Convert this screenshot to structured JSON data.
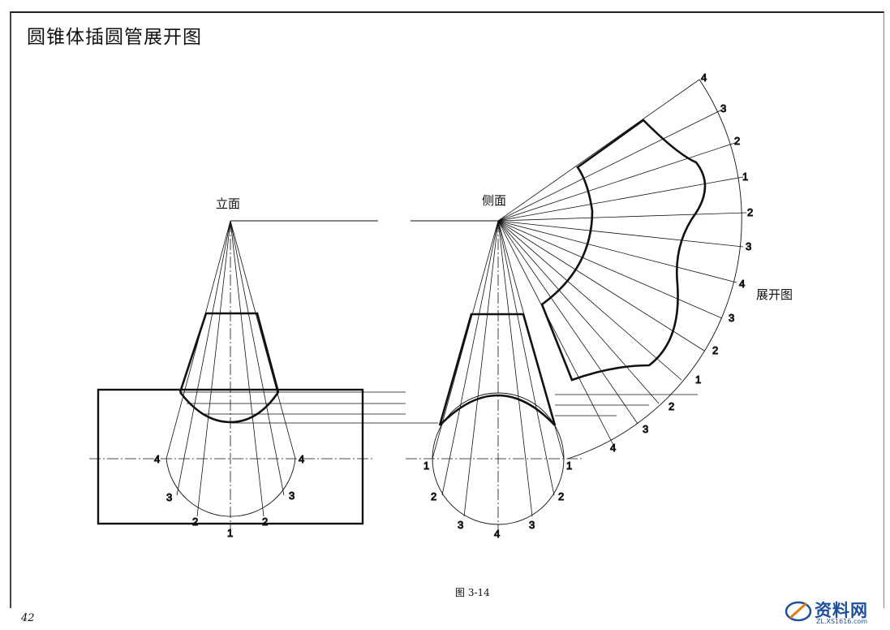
{
  "title": "圆锥体插圆管展开图",
  "labels": {
    "front_view": "立面",
    "side_view": "侧面",
    "development": "展开图"
  },
  "caption": "图 3-14",
  "page_number": "42",
  "watermark": {
    "text": "资料网",
    "sub": "ZL.XS1616.com"
  },
  "front_numbers": [
    "4",
    "4",
    "3",
    "3",
    "2",
    "2",
    "1"
  ],
  "side_numbers": [
    "1",
    "1",
    "2",
    "2",
    "3",
    "3",
    "4"
  ],
  "development_numbers": [
    "4",
    "3",
    "2",
    "1",
    "2",
    "3",
    "4",
    "3",
    "2",
    "1",
    "2",
    "3",
    "4"
  ]
}
